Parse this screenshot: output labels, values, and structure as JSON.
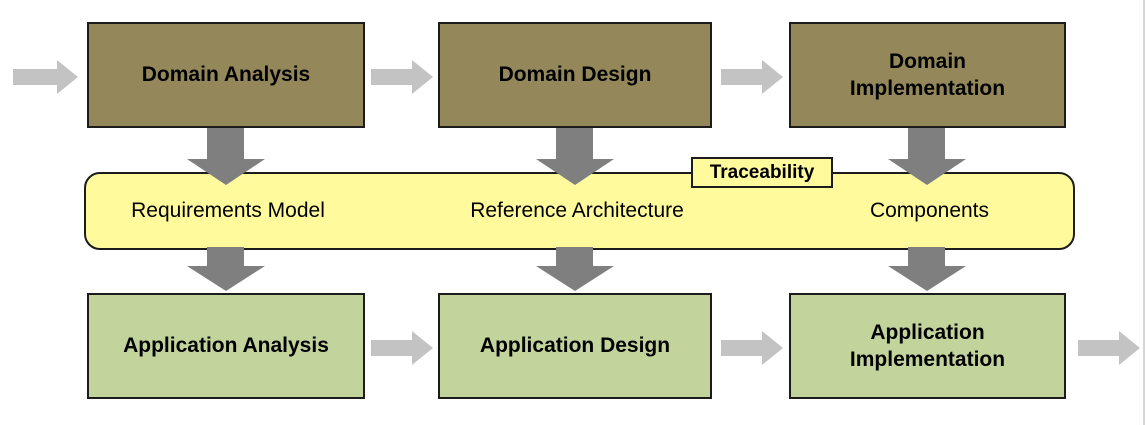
{
  "colors": {
    "domain-box": "#94885a",
    "application-box": "#c2d39c",
    "band": "#fffb9d",
    "box-border": "#1c1c1c",
    "vertical-arrow": "#7f7f7f",
    "horizontal-arrow": "#c3c3c3",
    "page-edge": "#d6d6d6"
  },
  "top_row": {
    "boxes": [
      {
        "label": "Domain Analysis"
      },
      {
        "label": "Domain Design"
      },
      {
        "label": "Domain\nImplementation"
      }
    ]
  },
  "band": {
    "tag": "Traceability",
    "items": [
      {
        "label": "Requirements Model"
      },
      {
        "label": "Reference Architecture"
      },
      {
        "label": "Components"
      }
    ]
  },
  "bottom_row": {
    "boxes": [
      {
        "label": "Application Analysis"
      },
      {
        "label": "Application Design"
      },
      {
        "label": "Application\nImplementation"
      }
    ]
  }
}
